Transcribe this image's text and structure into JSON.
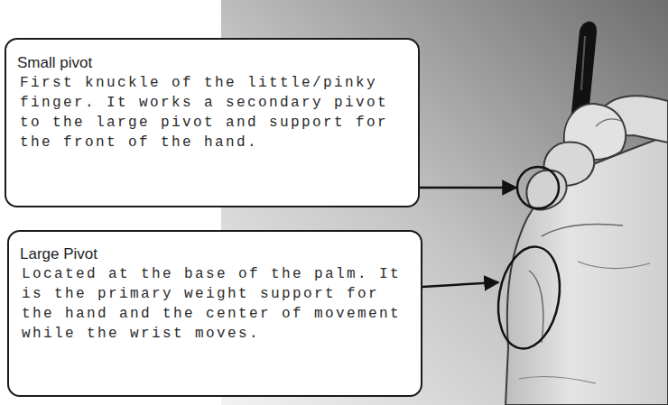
{
  "diagram": {
    "nodes": [
      {
        "text": [
          "Small pivot",
          "First knuckle of the little/pinky finger. It works a secondary pivot to the large pivot and support for the front of the hand."
        ]
      },
      {
        "text": [
          "Large Pivot",
          "Located at the base of the palm. It is the primary weight support for the hand and the center of movement while the wrist moves."
        ]
      }
    ]
  }
}
